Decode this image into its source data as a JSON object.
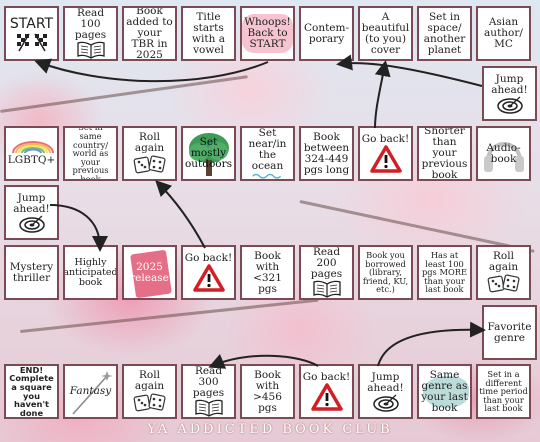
{
  "footer": "YA ADDICTED BOOK CLUB",
  "squares": {
    "start": "START",
    "read100": "Read 100 pages",
    "tbr2025": "Book added to your TBR in 2025",
    "vowel": "Title starts with a vowel",
    "whoops": "Whoops! Back to START",
    "contemporary": "Contem-porary",
    "beautiful": "A beautiful (to you) cover",
    "space": "Set in space/ another planet",
    "asian": "Asian author/ MC",
    "jump1": "Jump ahead!",
    "audiobook": "Audio-book",
    "shorter": "Shorter than your previous book",
    "goback1": "Go back!",
    "between": "Book between 324-449 pgs long",
    "ocean": "Set near/in the ocean",
    "outdoors": "Set mostly outdoors",
    "rollagain1": "Roll again",
    "samecountry": "Set in same country/ world as your previous book",
    "lgbtq": "LGBTQ+",
    "jump2": "Jump ahead!",
    "mystery": "Mystery thriller",
    "anticipated": "Highly anticipated book",
    "release2025": "2025 release",
    "goback2": "Go back!",
    "less321": "Book with <321 pgs",
    "read200": "Read 200 pages",
    "borrowed": "Book you borrowed (library, friend, KU, etc.)",
    "more100": "Has at least 100 pgs MORE than your last book",
    "rollagain2": "Roll again",
    "favgenre": "Favorite genre",
    "differentperiod": "Set in a different time period than your last book",
    "samegenre": "Same genre as your last book",
    "jump3": "Jump ahead!",
    "goback3": "Go back!",
    "more456": "Book with >456 pgs",
    "read300": "Read 300 pages",
    "rollagain3": "Roll again",
    "fantasy": "Fantasy",
    "end": "END! Complete a square you haven't done"
  },
  "icons": {
    "start": "checkered-flags-icon",
    "book": "open-book-icon",
    "target": "dartboard-target-icon",
    "dice": "dice-icon",
    "warning": "warning-triangle-icon",
    "headphones": "headphones-icon",
    "tree": "tree-icon",
    "rainbow": "rainbow-icon",
    "wand": "wand-icon"
  },
  "colors": {
    "border": "#7b4a55",
    "warning_red": "#d21f26",
    "tree_green": "#3e9a57",
    "release_pink": "#e46f86",
    "same_genre_teal": "#3c9a90"
  }
}
